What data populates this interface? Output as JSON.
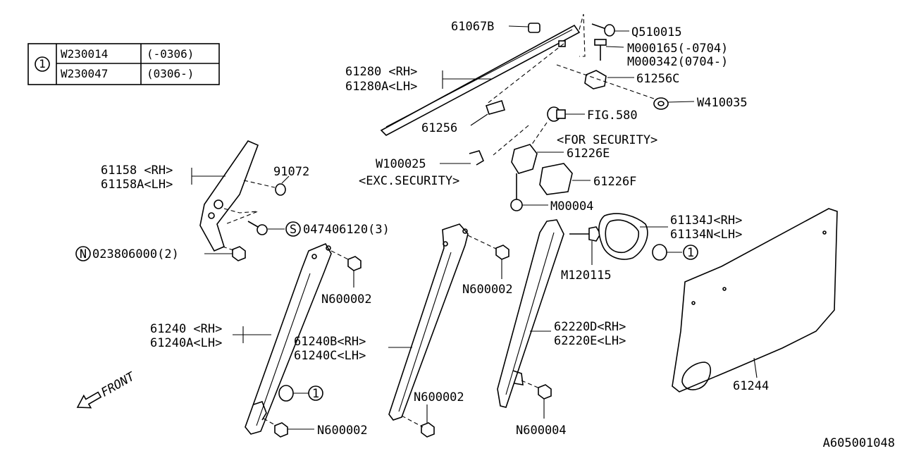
{
  "diagram": {
    "id_code": "A605001048",
    "front_label": "FRONT",
    "table": {
      "ref": "1",
      "rows": [
        {
          "part": "W230014",
          "range": "(-0306)"
        },
        {
          "part": "W230047",
          "range": "(0306-)"
        }
      ]
    },
    "callouts": {
      "c61067B": "61067B",
      "cQ510015": "Q510015",
      "cM000165": "M000165(-0704)",
      "cM000342": "M000342(0704-)",
      "c61256C": "61256C",
      "cW410035": "W410035",
      "c61280_1": "61280 <RH>",
      "c61280_2": "61280A<LH>",
      "c61256": "61256",
      "cFIG580": "FIG.580",
      "cSecurity": "<FOR SECURITY>",
      "c61226E": "61226E",
      "cW100025": "W100025",
      "cExcSec": "<EXC.SECURITY>",
      "c61226F": "61226F",
      "cM00004": "M00004",
      "c61158_1": "61158 <RH>",
      "c61158_2": "61158A<LH>",
      "c91072": "91072",
      "cS_mark": "S",
      "c047406120": "047406120(3)",
      "cN_mark": "N",
      "c023806000": "023806000(2)",
      "c61134_1": "61134J<RH>",
      "c61134_2": "61134N<LH>",
      "cRef1a": "1",
      "cM120115": "M120115",
      "cN600002a": "N600002",
      "cN600002b": "N600002",
      "cN600002c": "N600002",
      "cN600002d": "N600002",
      "cN600004": "N600004",
      "c61240_1": "61240 <RH>",
      "c61240_2": "61240A<LH>",
      "c61240B_1": "61240B<RH>",
      "c61240B_2": "61240C<LH>",
      "c62220_1": "62220D<RH>",
      "c62220_2": "62220E<LH>",
      "cRef1b": "1",
      "c61244": "61244"
    }
  }
}
